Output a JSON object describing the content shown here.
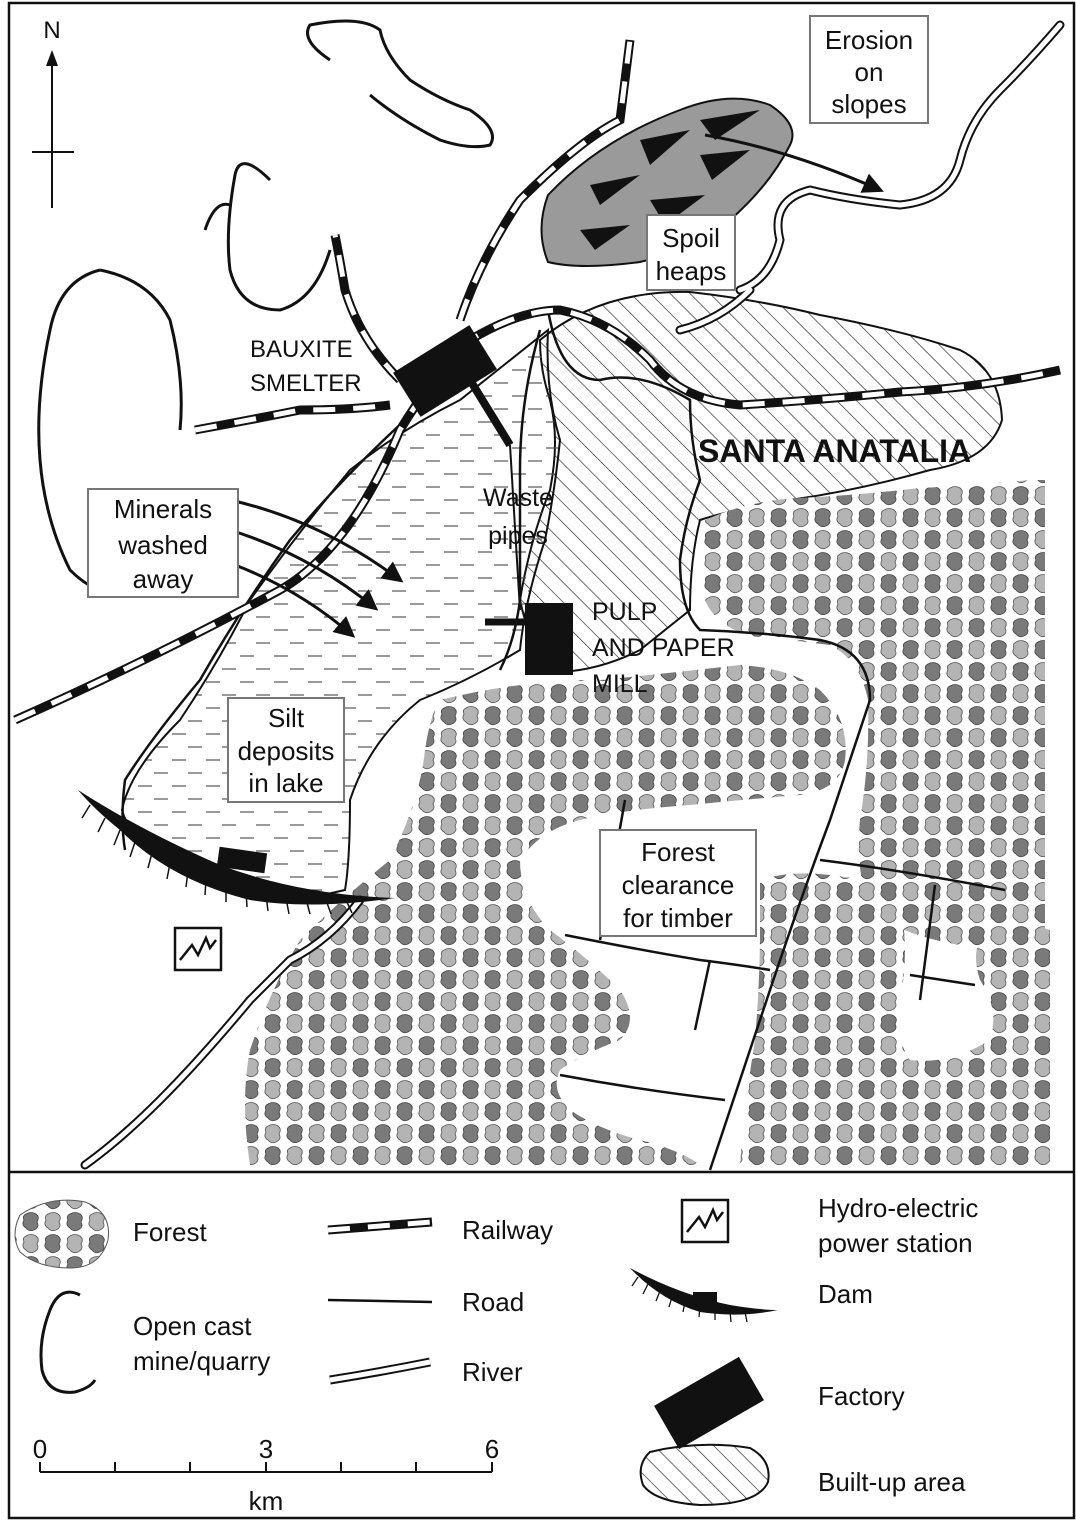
{
  "north": "N",
  "town": "SANTA ANATALIA",
  "labels": {
    "smelter": [
      "BAUXITE",
      "SMELTER"
    ],
    "erosion": [
      "Erosion",
      "on",
      "slopes"
    ],
    "spoil": [
      "Spoil",
      "heaps"
    ],
    "waste": [
      "Waste",
      "pipes"
    ],
    "minerals": [
      "Minerals",
      "washed",
      "away"
    ],
    "mill": [
      "PULP",
      "AND PAPER",
      "MILL"
    ],
    "silt": [
      "Silt",
      "deposits",
      "in lake"
    ],
    "forest_clear": [
      "Forest",
      "clearance",
      "for timber"
    ]
  },
  "legend": {
    "forest": "Forest",
    "mine": [
      "Open cast",
      "mine/quarry"
    ],
    "railway": "Railway",
    "road": "Road",
    "river": "River",
    "hydro": [
      "Hydro-electric",
      "power station"
    ],
    "dam": "Dam",
    "factory": "Factory",
    "built": "Built-up area"
  },
  "scale": {
    "ticks": [
      "0",
      "3",
      "6"
    ],
    "unit": "km"
  }
}
